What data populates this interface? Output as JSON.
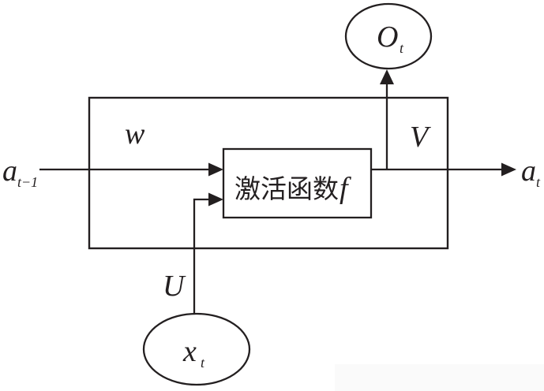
{
  "colors": {
    "ink": "#231f20",
    "background": "#ffffff",
    "watermark_band": "#fafafa"
  },
  "labels": {
    "output_node": {
      "base": "O",
      "sub": "t"
    },
    "input_node": {
      "base": "x",
      "sub": "t"
    },
    "prev_state": {
      "base": "a",
      "sub": "t−1"
    },
    "next_state": {
      "base": "a",
      "sub": "t"
    },
    "activation_box": {
      "cjk": "激活函数",
      "func": "f"
    },
    "recurrent_weight": "w",
    "output_weight": "V",
    "input_weight": "U"
  }
}
